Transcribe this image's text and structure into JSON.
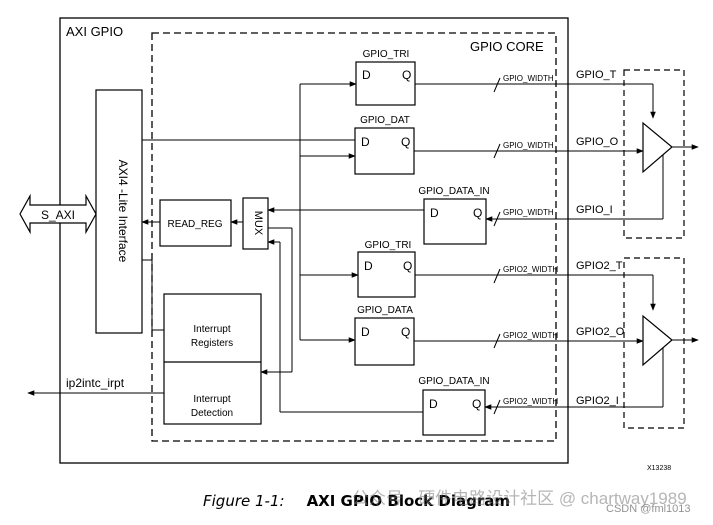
{
  "diagram": {
    "outer_title": "AXI GPIO",
    "core_title": "GPIO CORE",
    "s_axi": "S_AXI",
    "axi4_lite": "AXI4 -Lite Interface",
    "read_reg": "READ_REG",
    "mux": "MUX",
    "interrupt_registers": [
      "Interrupt",
      "Registers"
    ],
    "interrupt_detection": [
      "Interrupt",
      "Detection"
    ],
    "ip2intc": "ip2intc_irpt",
    "reg_d": "D",
    "reg_q": "Q",
    "gpio_tri": "GPIO_TRI",
    "gpio_dat": "GPIO_DAT",
    "gpio_data_in": "GPIO_DATA_IN",
    "gpio_tri2": "GPIO_TRI",
    "gpio_data2": "GPIO_DATA",
    "gpio_data_in2": "GPIO_DATA_IN",
    "bus_gpio_width_1": "GPIO_WIDTH",
    "bus_gpio_width_2": "GPIO_WIDTH",
    "bus_gpio_width_3": "GPIO_WIDTH",
    "bus_gpio2_width_1": "GPIO2_WIDTH",
    "bus_gpio2_width_2": "GPIO2_WIDTH",
    "bus_gpio2_width_3": "GPIO2_WIDTH",
    "gpio_t": "GPIO_T",
    "gpio_o": "GPIO_O",
    "gpio_i": "GPIO_I",
    "gpio2_t": "GPIO2_T",
    "gpio2_o": "GPIO2_O",
    "gpio2_i": "GPIO2_I",
    "fig_id": "X13238"
  },
  "caption": {
    "number": "Figure 1-1:",
    "title": "AXI GPIO Block Diagram"
  },
  "watermark": {
    "main": "公众号 · 硬件电路设计社区 @ chartway1989",
    "csdn": "CSDN @fml1013"
  }
}
